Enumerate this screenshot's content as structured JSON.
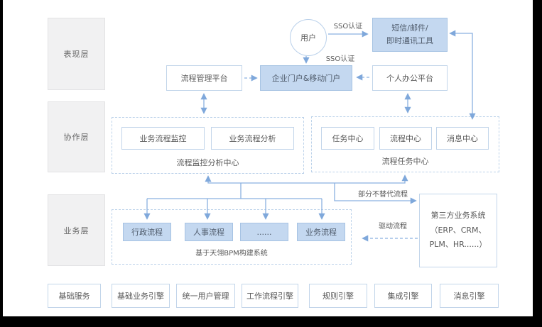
{
  "layers": {
    "presentation": "表现层",
    "collaboration": "协作层",
    "business": "业务层"
  },
  "presentation": {
    "user": "用户",
    "sso_top": "SSO认证",
    "sso_bottom": "SSO认证",
    "messaging_line1": "短信/邮件/",
    "messaging_line2": "即时通讯工具",
    "process_mgmt": "流程管理平台",
    "portal": "企业门户&移动门户",
    "personal_office": "个人办公平台"
  },
  "collaboration": {
    "monitor_center": {
      "title": "流程监控分析中心",
      "items": [
        {
          "label": "业务流程监控"
        },
        {
          "label": "业务流程分析"
        }
      ]
    },
    "task_center": {
      "title": "流程任务中心",
      "items": [
        {
          "label": "任务中心"
        },
        {
          "label": "流程中心"
        },
        {
          "label": "消息中心"
        }
      ]
    }
  },
  "business": {
    "bpm": {
      "title": "基于天翎BPM构建系统",
      "items": [
        {
          "label": "行政流程"
        },
        {
          "label": "人事流程"
        },
        {
          "label": "......"
        },
        {
          "label": "业务流程"
        }
      ]
    },
    "partial_label": "部分不替代流程",
    "drive_label": "驱动流程",
    "third_party": {
      "line1": "第三方业务系统",
      "line2": "（ERP、CRM、",
      "line3": "PLM、HR......）"
    }
  },
  "foundation": {
    "items": [
      {
        "label": "基础服务"
      },
      {
        "label": "基础业务引擎"
      },
      {
        "label": "统一用户管理"
      },
      {
        "label": "工作流程引擎"
      },
      {
        "label": "规则引擎"
      },
      {
        "label": "集成引擎"
      },
      {
        "label": "消息引擎"
      }
    ]
  },
  "colors": {
    "accent_fill": "#c4d8f0",
    "accent_border": "#a6c3e3",
    "box_border": "#c2d5ea",
    "dashed_border": "#bcd2ea",
    "layer_fill": "#f1f1f2",
    "arrow": "#7fa8db",
    "text": "#595959"
  }
}
